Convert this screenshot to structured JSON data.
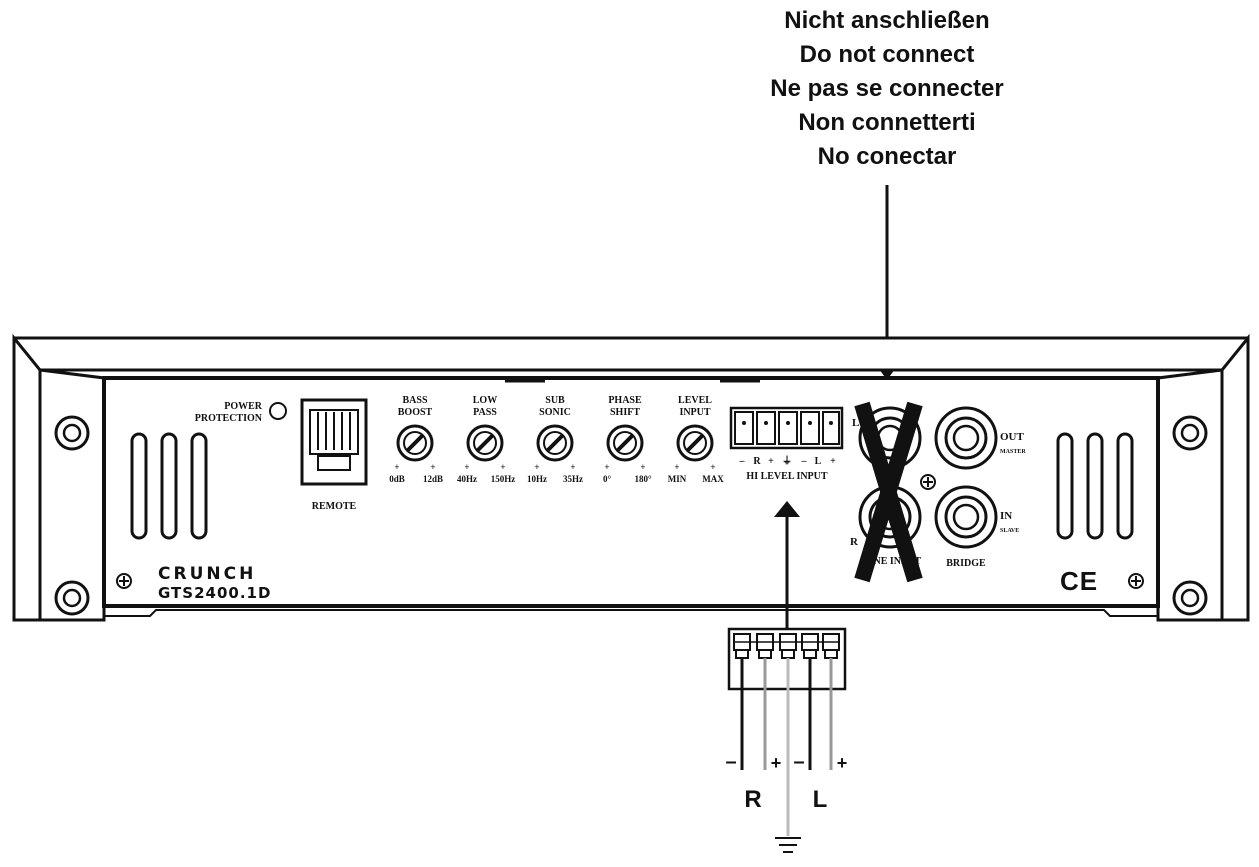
{
  "warning": {
    "lines": [
      "Nicht anschließen",
      "Do not connect",
      "Ne pas se connecter",
      "Non connetterti",
      "No conectar"
    ]
  },
  "amplifier": {
    "brand": "CRUNCH",
    "model": "GTS2400.1D",
    "power_label_1": "POWER",
    "power_label_2": "PROTECTION",
    "remote_label": "REMOTE",
    "knobs": [
      {
        "label_1": "BASS",
        "label_2": "BOOST",
        "min": "0dB",
        "max": "12dB"
      },
      {
        "label_1": "LOW",
        "label_2": "PASS",
        "min": "40Hz",
        "max": "150Hz"
      },
      {
        "label_1": "SUB",
        "label_2": "SONIC",
        "min": "10Hz",
        "max": "35Hz"
      },
      {
        "label_1": "PHASE",
        "label_2": "SHIFT",
        "min": "0°",
        "max": "180°"
      },
      {
        "label_1": "LEVEL",
        "label_2": "INPUT",
        "min": "MIN",
        "max": "MAX"
      }
    ],
    "hi_level_pins": [
      "–",
      "R",
      "+",
      "⏚",
      "–",
      "L",
      "+"
    ],
    "hi_level_label": "HI LEVEL INPUT",
    "line_input_label": "LINE INPUT",
    "line_L": "L",
    "line_R": "R",
    "out_label": "OUT",
    "out_sub": "MASTER",
    "in_label": "IN",
    "in_sub": "SLAVE",
    "bridge_label": "BRIDGE",
    "ce_mark": "CE"
  },
  "connector": {
    "minus_r": "–",
    "plus_r": "+",
    "minus_l": "–",
    "plus_l": "+",
    "label_r": "R",
    "label_l": "L"
  }
}
